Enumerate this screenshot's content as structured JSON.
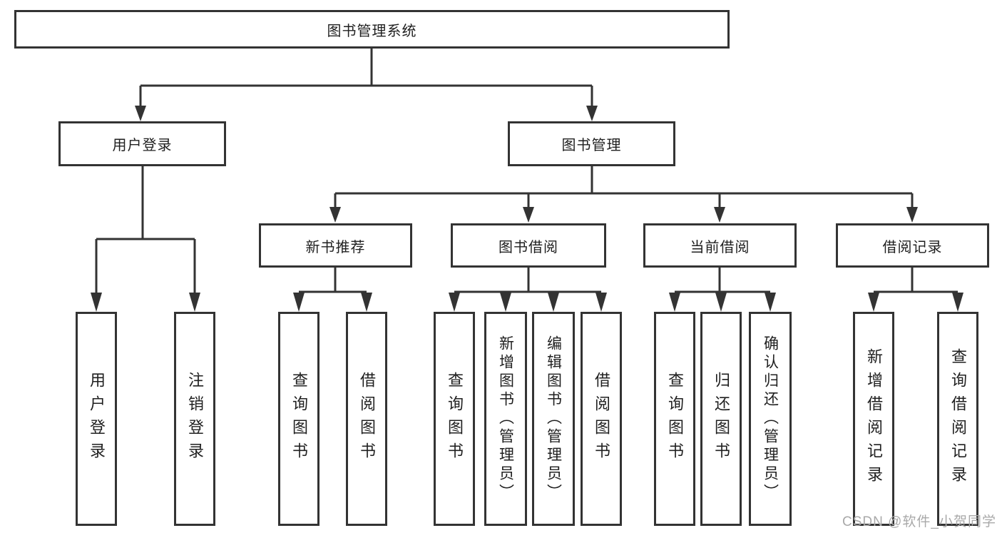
{
  "diagram_title": "图书管理系统",
  "nodes": {
    "root": "图书管理系统",
    "user_login": "用户登录",
    "book_management": "图书管理",
    "new_book_recommend": "新书推荐",
    "book_borrowing": "图书借阅",
    "current_borrowing": "当前借阅",
    "borrowing_records": "借阅记录",
    "leaf_user_login": "用户登录",
    "leaf_logout": "注销登录",
    "leaf_recommend_query_books": "查询图书",
    "leaf_recommend_borrow_books": "借阅图书",
    "leaf_borrowing_query_books": "查询图书",
    "leaf_borrowing_add_books": "新增图书（管理员）",
    "leaf_borrowing_edit_books": "编辑图书（管理员）",
    "leaf_borrowing_borrow_books": "借阅图书",
    "leaf_current_query_books": "查询图书",
    "leaf_current_return_books": "归还图书",
    "leaf_current_confirm_return": "确认归还（管理员）",
    "leaf_records_add_record": "新增借阅记录",
    "leaf_records_query_record": "查询借阅记录"
  },
  "hierarchy": [
    {
      "parent": "图书管理系统",
      "children": [
        "用户登录",
        "图书管理"
      ]
    },
    {
      "parent": "用户登录",
      "children": [
        "用户登录",
        "注销登录"
      ]
    },
    {
      "parent": "图书管理",
      "children": [
        "新书推荐",
        "图书借阅",
        "当前借阅",
        "借阅记录"
      ]
    },
    {
      "parent": "新书推荐",
      "children": [
        "查询图书",
        "借阅图书"
      ]
    },
    {
      "parent": "图书借阅",
      "children": [
        "查询图书",
        "新增图书（管理员）",
        "编辑图书（管理员）",
        "借阅图书"
      ]
    },
    {
      "parent": "当前借阅",
      "children": [
        "查询图书",
        "归还图书",
        "确认归还（管理员）"
      ]
    },
    {
      "parent": "借阅记录",
      "children": [
        "新增借阅记录",
        "查询借阅记录"
      ]
    }
  ],
  "watermark": "CSDN @软件_小贺同学",
  "colors": {
    "line": "#333333",
    "text": "#1f1f1f",
    "background": "#ffffff",
    "watermark": "#a9a9a9"
  }
}
